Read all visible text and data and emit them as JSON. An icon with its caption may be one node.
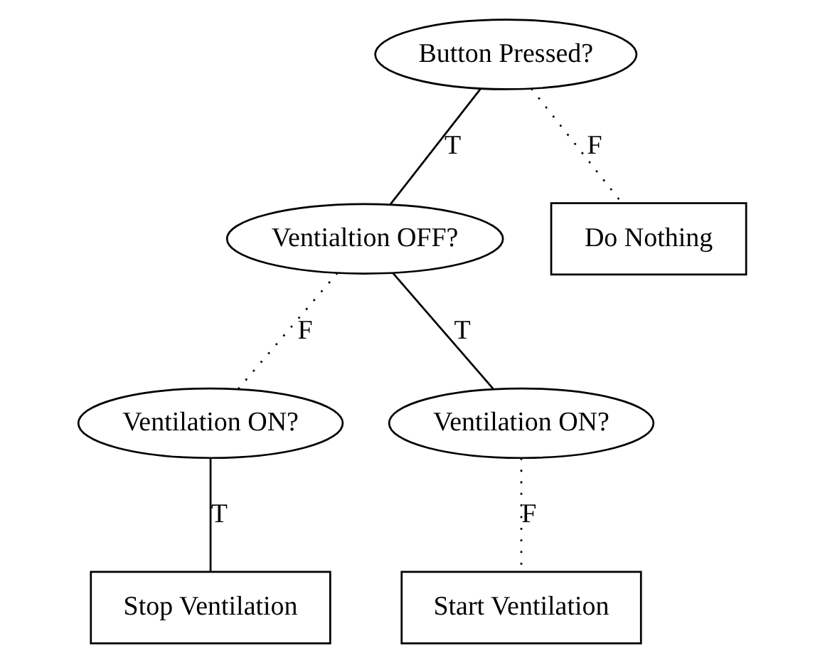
{
  "diagram": {
    "nodes": [
      {
        "text": [
          "Button Pressed?"
        ]
      },
      {
        "text": [
          "Ventialtion OFF?"
        ]
      },
      {
        "text": [
          "Ventilation ON?"
        ]
      },
      {
        "text": [
          "Ventilation ON?"
        ]
      },
      {
        "text": [
          "Stop Ventilation"
        ]
      },
      {
        "text": [
          "Start Ventilation"
        ]
      },
      {
        "text": [
          "Do Nothing"
        ]
      }
    ],
    "edges": [
      {
        "from": 0,
        "to": 1,
        "arrow": "none",
        "label": "T"
      },
      {
        "from": 0,
        "to": 6,
        "arrow": "none",
        "label": "F",
        "style": "dashed"
      },
      {
        "from": 1,
        "to": 2,
        "arrow": "none",
        "label": "F",
        "style": "dashed"
      },
      {
        "from": 1,
        "to": 3,
        "arrow": "none",
        "label": "T"
      },
      {
        "from": 2,
        "to": 4,
        "arrow": "none",
        "label": "T"
      },
      {
        "from": 3,
        "to": 5,
        "arrow": "none",
        "label": "F",
        "style": "dashed"
      }
    ]
  }
}
